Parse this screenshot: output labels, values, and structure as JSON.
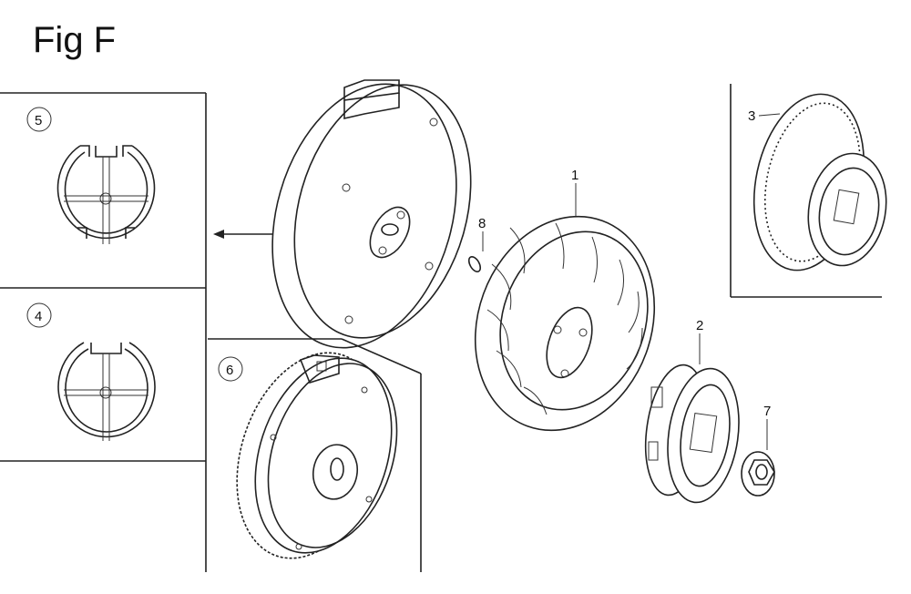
{
  "figure": {
    "title": "Fig F"
  },
  "callouts": {
    "c5": "5",
    "c4": "4",
    "c6": "6",
    "p1": "1",
    "p2": "2",
    "p3": "3",
    "p7": "7",
    "p8": "8"
  }
}
